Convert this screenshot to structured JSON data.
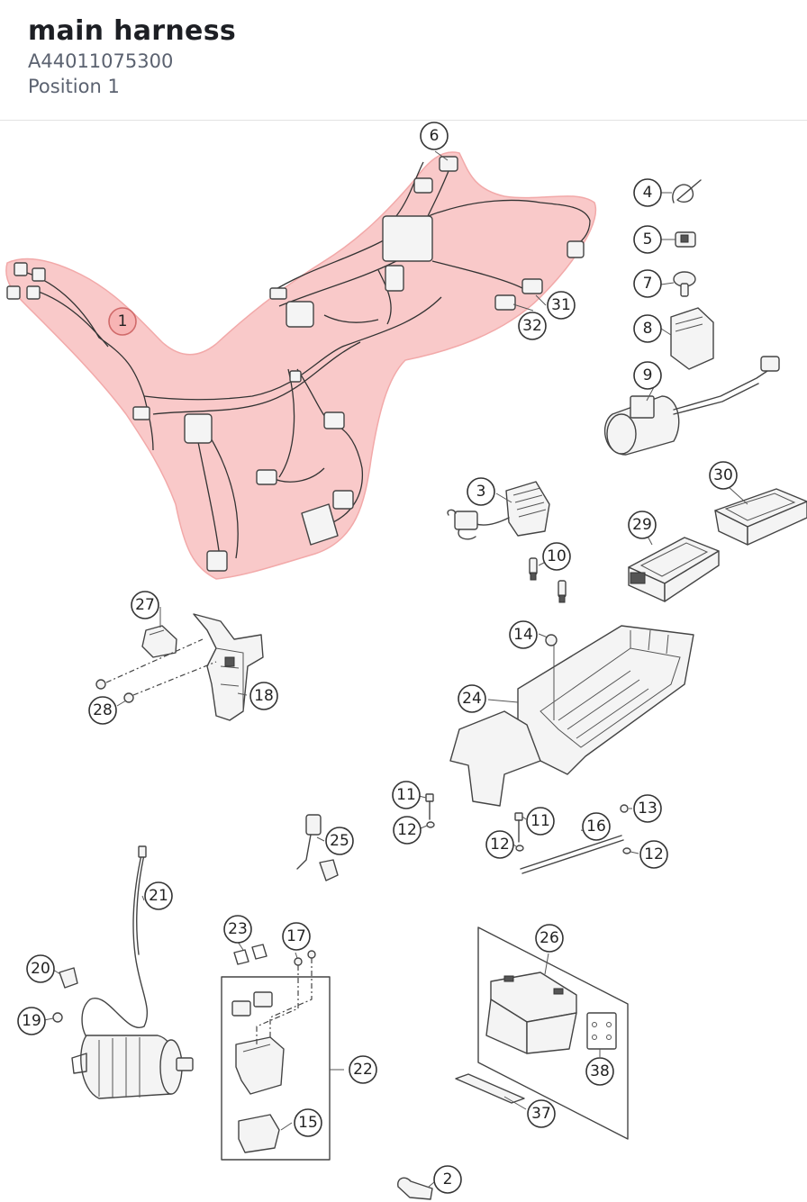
{
  "header": {
    "title": "main harness",
    "part_number": "A44011075300",
    "position": "Position 1"
  },
  "callouts": [
    {
      "id": "1",
      "label": "1",
      "active": true
    },
    {
      "id": "2",
      "label": "2"
    },
    {
      "id": "3",
      "label": "3"
    },
    {
      "id": "4",
      "label": "4"
    },
    {
      "id": "5",
      "label": "5"
    },
    {
      "id": "6",
      "label": "6"
    },
    {
      "id": "7",
      "label": "7"
    },
    {
      "id": "8",
      "label": "8"
    },
    {
      "id": "9",
      "label": "9"
    },
    {
      "id": "10",
      "label": "10"
    },
    {
      "id": "11a",
      "label": "11"
    },
    {
      "id": "11b",
      "label": "11"
    },
    {
      "id": "12a",
      "label": "12"
    },
    {
      "id": "12b",
      "label": "12"
    },
    {
      "id": "12c",
      "label": "12"
    },
    {
      "id": "13",
      "label": "13"
    },
    {
      "id": "14",
      "label": "14"
    },
    {
      "id": "15",
      "label": "15"
    },
    {
      "id": "16",
      "label": "16"
    },
    {
      "id": "17",
      "label": "17"
    },
    {
      "id": "18",
      "label": "18"
    },
    {
      "id": "19",
      "label": "19"
    },
    {
      "id": "20",
      "label": "20"
    },
    {
      "id": "21",
      "label": "21"
    },
    {
      "id": "22",
      "label": "22"
    },
    {
      "id": "23",
      "label": "23"
    },
    {
      "id": "24",
      "label": "24"
    },
    {
      "id": "25",
      "label": "25"
    },
    {
      "id": "26",
      "label": "26"
    },
    {
      "id": "27",
      "label": "27"
    },
    {
      "id": "28",
      "label": "28"
    },
    {
      "id": "29",
      "label": "29"
    },
    {
      "id": "30",
      "label": "30"
    },
    {
      "id": "31",
      "label": "31"
    },
    {
      "id": "32",
      "label": "32"
    },
    {
      "id": "37",
      "label": "37"
    },
    {
      "id": "38",
      "label": "38"
    }
  ],
  "colors": {
    "highlight": "#f9c9c9",
    "highlight_stroke": "#f2a9a9",
    "line": "#444444",
    "title": "#1d1f24",
    "subtitle": "#5b6270"
  }
}
